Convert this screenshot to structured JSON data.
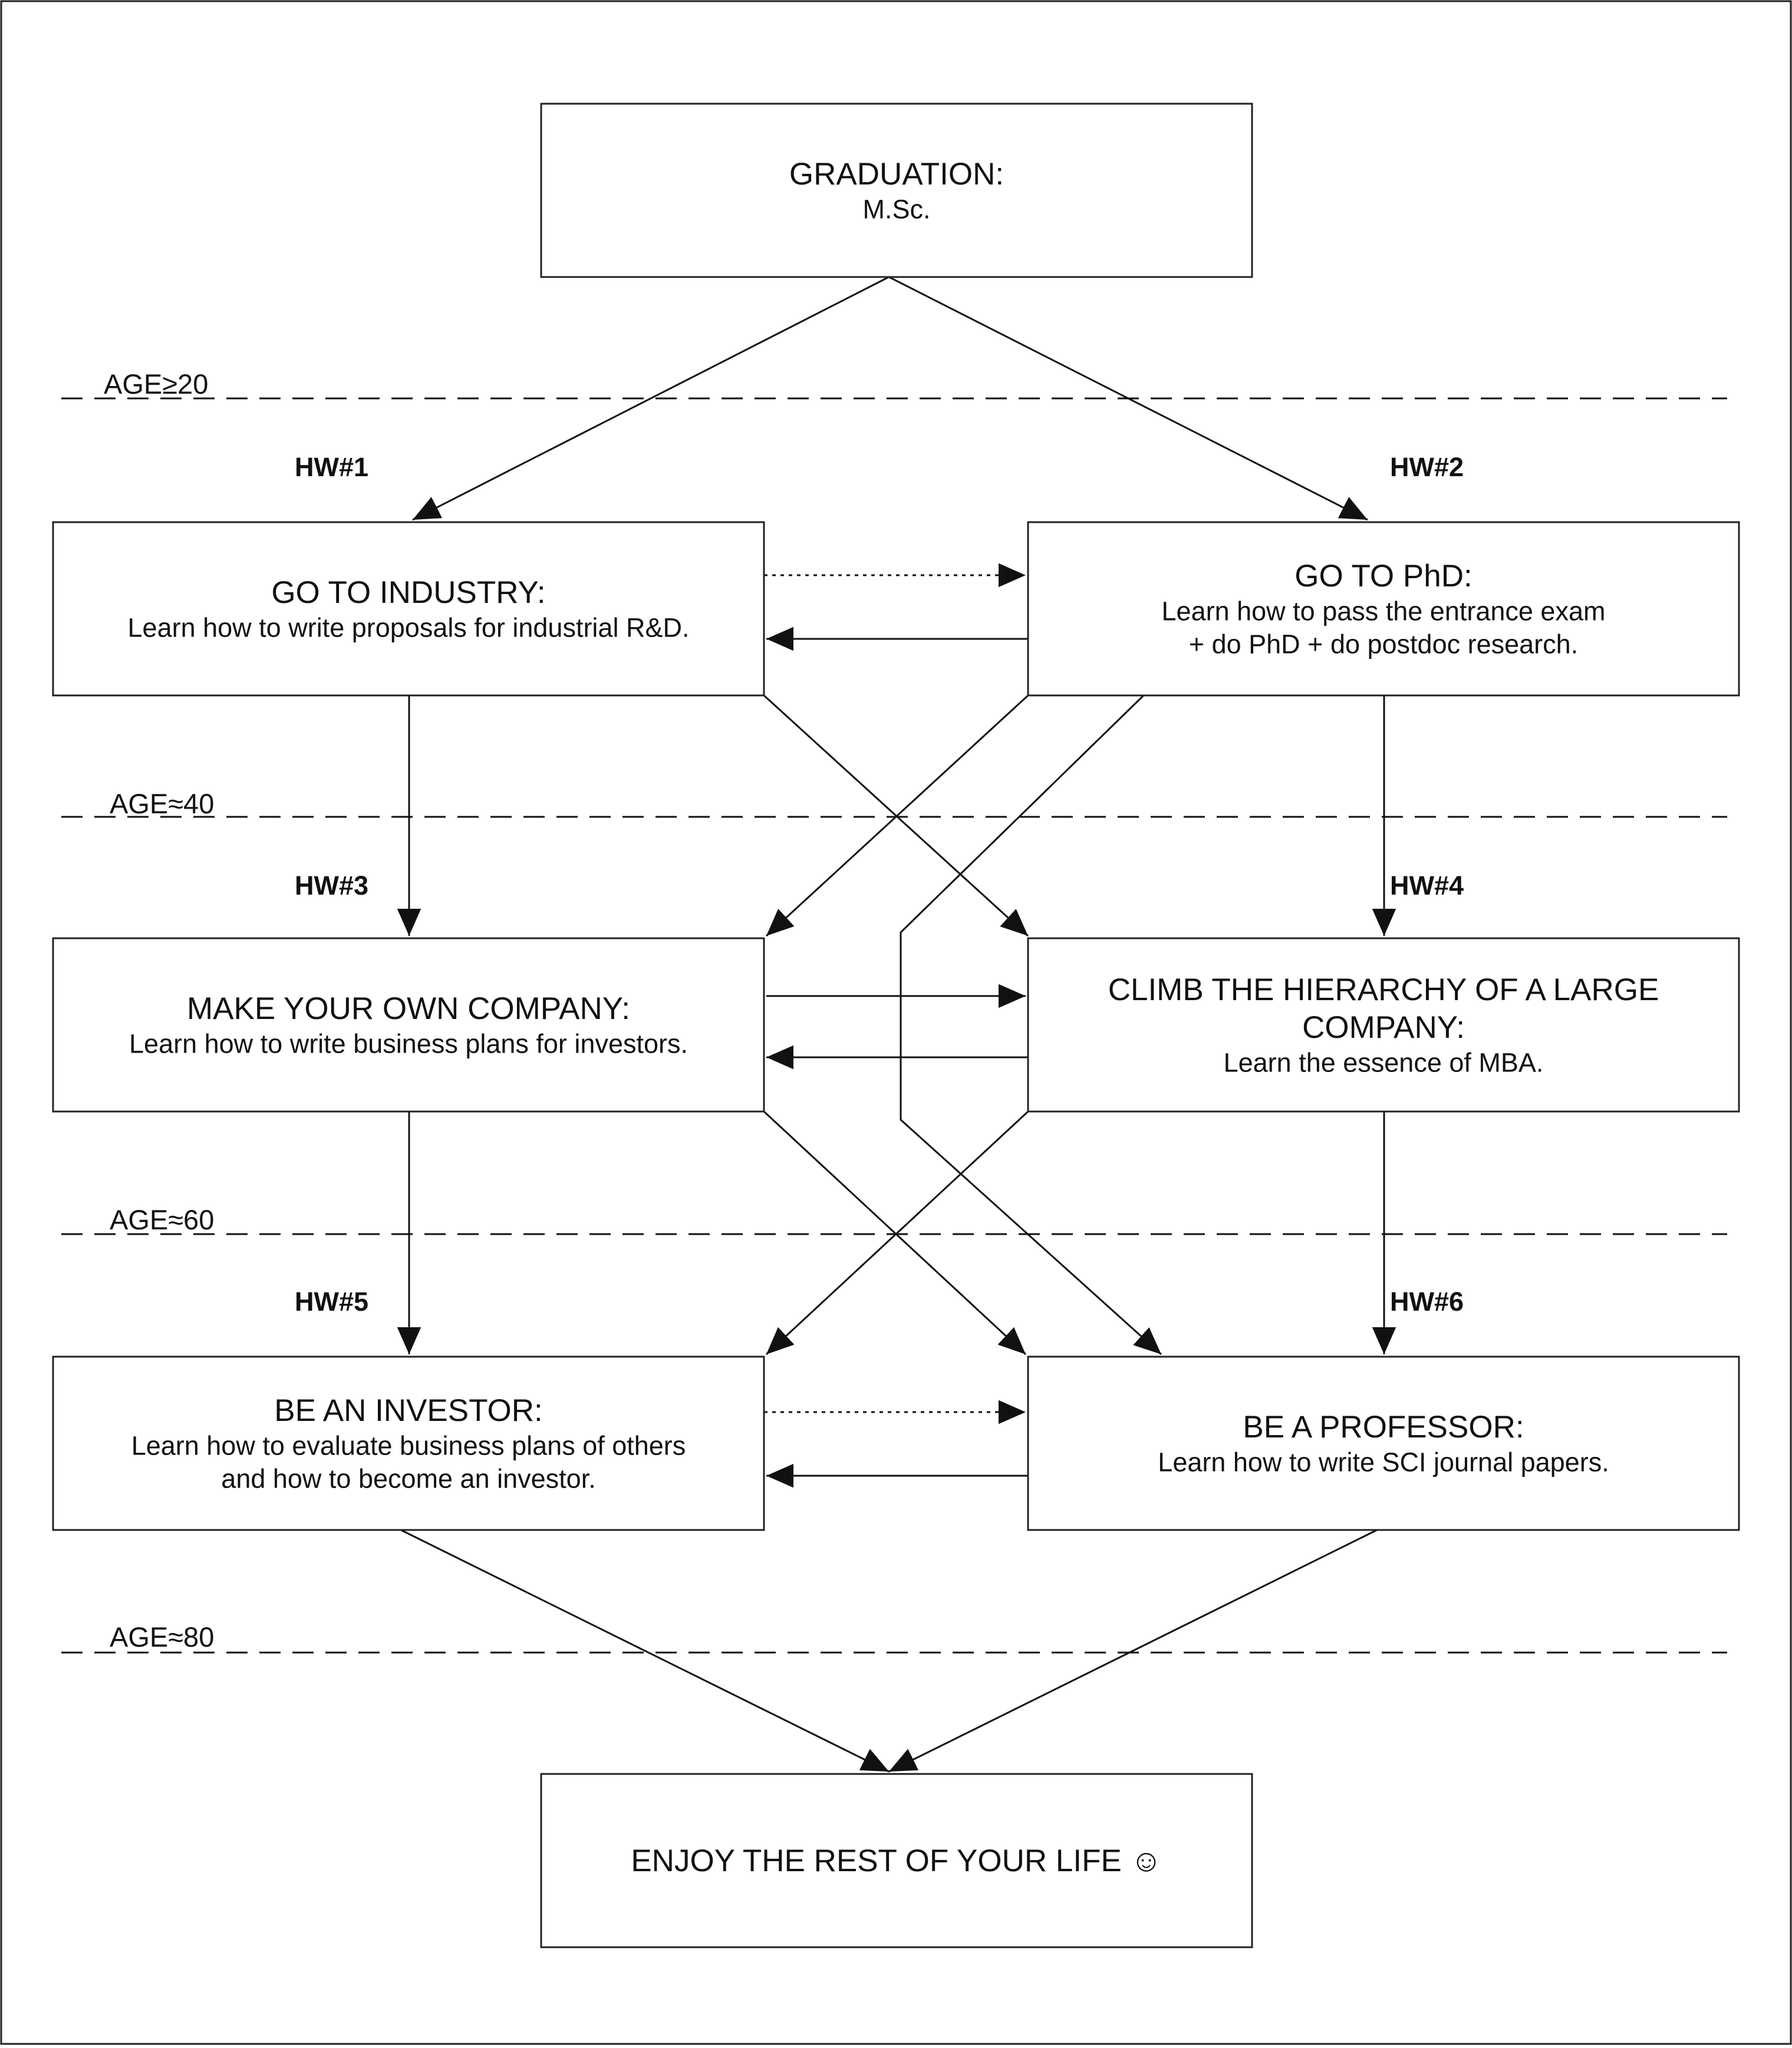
{
  "diagram": {
    "nodes": [
      {
        "id": "graduation",
        "title": [
          "GRADUATION:"
        ],
        "sub": [
          "M.Sc."
        ]
      },
      {
        "id": "industry",
        "title": [
          "GO TO INDUSTRY:"
        ],
        "sub": [
          "Learn how to write proposals for industrial R&D."
        ]
      },
      {
        "id": "phd",
        "title": [
          "GO TO PhD:"
        ],
        "sub": [
          "Learn how to pass the entrance exam",
          "+ do PhD + do postdoc research."
        ]
      },
      {
        "id": "company",
        "title": [
          "MAKE YOUR OWN COMPANY:"
        ],
        "sub": [
          "Learn how to write business plans for investors."
        ]
      },
      {
        "id": "hierarchy",
        "title": [
          "CLIMB THE HIERARCHY OF A LARGE",
          "COMPANY:"
        ],
        "sub": [
          "Learn the essence of MBA."
        ]
      },
      {
        "id": "investor",
        "title": [
          "BE AN INVESTOR:"
        ],
        "sub": [
          "Learn how to evaluate business plans of others",
          "and how to become an investor."
        ]
      },
      {
        "id": "professor",
        "title": [
          "BE A PROFESSOR:"
        ],
        "sub": [
          "Learn how to write SCI journal papers."
        ]
      },
      {
        "id": "enjoy",
        "title": [
          "ENJOY THE REST OF YOUR LIFE  ☺"
        ],
        "sub": []
      }
    ],
    "age_lines": [
      {
        "id": "age20",
        "label": "AGE≥20"
      },
      {
        "id": "age40",
        "label": "AGE≈40"
      },
      {
        "id": "age60",
        "label": "AGE≈60"
      },
      {
        "id": "age80",
        "label": "AGE≈80"
      }
    ],
    "hw_labels": [
      {
        "id": "hw1",
        "label": "HW#1"
      },
      {
        "id": "hw2",
        "label": "HW#2"
      },
      {
        "id": "hw3",
        "label": "HW#3"
      },
      {
        "id": "hw4",
        "label": "HW#4"
      },
      {
        "id": "hw5",
        "label": "HW#5"
      },
      {
        "id": "hw6",
        "label": "HW#6"
      }
    ],
    "edges": [
      {
        "id": "graduation-to-industry",
        "from": "graduation",
        "to": "industry",
        "style": "solid"
      },
      {
        "id": "graduation-to-phd",
        "from": "graduation",
        "to": "phd",
        "style": "solid"
      },
      {
        "id": "industry-to-phd",
        "from": "industry",
        "to": "phd",
        "style": "dotted"
      },
      {
        "id": "phd-to-industry",
        "from": "phd",
        "to": "industry",
        "style": "solid"
      },
      {
        "id": "industry-to-company",
        "from": "industry",
        "to": "company",
        "style": "solid"
      },
      {
        "id": "industry-to-hierarchy",
        "from": "industry",
        "to": "hierarchy",
        "style": "solid"
      },
      {
        "id": "phd-to-company",
        "from": "phd",
        "to": "company",
        "style": "solid"
      },
      {
        "id": "phd-to-professor",
        "from": "phd",
        "to": "professor",
        "style": "solid"
      },
      {
        "id": "phd-to-hierarchy",
        "from": "phd",
        "to": "hierarchy",
        "style": "solid"
      },
      {
        "id": "company-to-hierarchy",
        "from": "company",
        "to": "hierarchy",
        "style": "solid"
      },
      {
        "id": "hierarchy-to-company",
        "from": "hierarchy",
        "to": "company",
        "style": "solid"
      },
      {
        "id": "company-to-investor",
        "from": "company",
        "to": "investor",
        "style": "solid"
      },
      {
        "id": "company-to-professor",
        "from": "company",
        "to": "professor",
        "style": "solid"
      },
      {
        "id": "hierarchy-to-investor",
        "from": "hierarchy",
        "to": "investor",
        "style": "solid"
      },
      {
        "id": "hierarchy-to-professor",
        "from": "hierarchy",
        "to": "professor",
        "style": "solid"
      },
      {
        "id": "investor-to-professor",
        "from": "investor",
        "to": "professor",
        "style": "dotted"
      },
      {
        "id": "professor-to-investor",
        "from": "professor",
        "to": "investor",
        "style": "solid"
      },
      {
        "id": "investor-to-enjoy",
        "from": "investor",
        "to": "enjoy",
        "style": "solid"
      },
      {
        "id": "professor-to-enjoy",
        "from": "professor",
        "to": "enjoy",
        "style": "solid"
      }
    ]
  }
}
